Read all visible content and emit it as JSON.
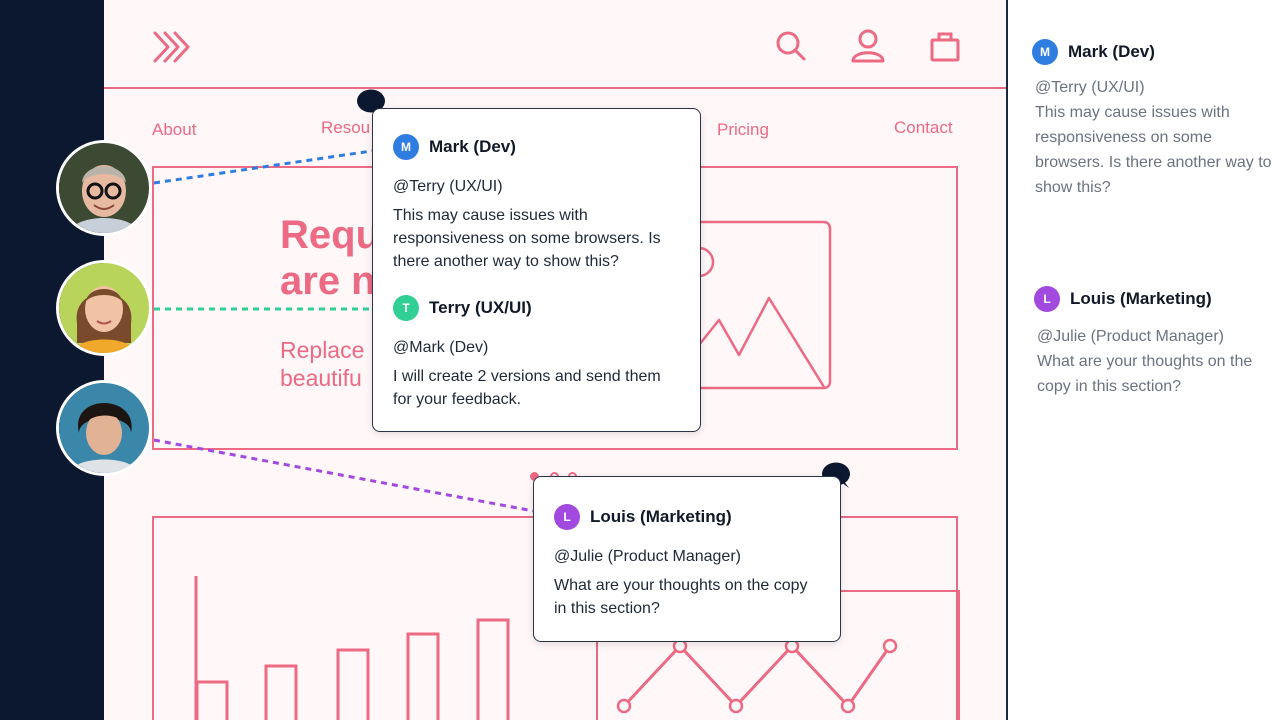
{
  "nav": {
    "about": "About",
    "resources": "Resou",
    "pricing": "Pricing",
    "contact": "Contact"
  },
  "hero": {
    "title_line1": "Requ",
    "title_line2": "are n",
    "sub_line1": "Replace",
    "sub_line2": "beautifu"
  },
  "colors": {
    "wireframe": "#ec6a84",
    "sidebar": "#0c1830",
    "mark": "#2f7de1",
    "terry": "#2fcf95",
    "louis": "#a24ae0"
  },
  "icons": {
    "logo": "chevrons-right-icon",
    "search": "search-icon",
    "user": "user-icon",
    "cart": "shopping-bag-icon",
    "comment": "comment-bubble-icon"
  },
  "comments": {
    "mark": {
      "initial": "M",
      "name": "Mark (Dev)",
      "mention": "@Terry (UX/UI)",
      "text": "This may cause issues with responsiveness on some browsers. Is there another way to show this?"
    },
    "terry": {
      "initial": "T",
      "name": "Terry (UX/UI)",
      "mention": "@Mark (Dev)",
      "text": "I will create 2 versions and send them for your feedback."
    },
    "louis": {
      "initial": "L",
      "name": "Louis (Marketing)",
      "mention": "@Julie (Product Manager)",
      "text": "What are your thoughts on the copy in this section?"
    }
  },
  "panel": {
    "mark": {
      "initial": "M",
      "name": "Mark (Dev)",
      "mention": "@Terry (UX/UI)",
      "text": "This may cause issues with responsiveness on some browsers. Is there another way to show this?"
    },
    "louis": {
      "initial": "L",
      "name": "Louis (Marketing)",
      "mention": "@Julie (Product Manager)",
      "text": "What are your thoughts on the copy in this section?"
    }
  }
}
